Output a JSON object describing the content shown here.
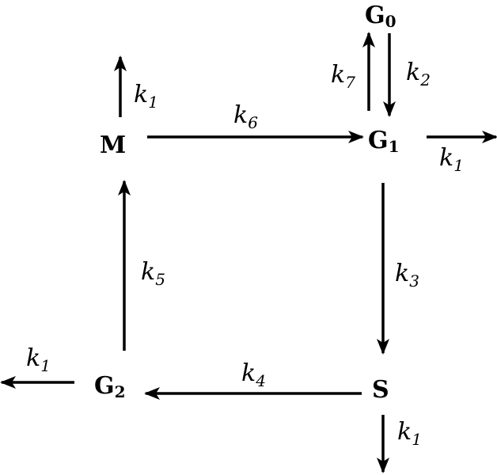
{
  "colors": {
    "ink": "#000000",
    "background": "#ffffff"
  },
  "nodes": {
    "m": {
      "label": "M",
      "sub": ""
    },
    "g0": {
      "label": "G",
      "sub": "0"
    },
    "g1": {
      "label": "G",
      "sub": "1"
    },
    "g2": {
      "label": "G",
      "sub": "2"
    },
    "s": {
      "label": "S",
      "sub": ""
    }
  },
  "edges": {
    "m_out": {
      "from": "M",
      "to": "",
      "rate": "k",
      "sub": "1"
    },
    "m_to_g1": {
      "from": "M",
      "to": "G1",
      "rate": "k",
      "sub": "6"
    },
    "g1_to_g0": {
      "from": "G1",
      "to": "G0",
      "rate": "k",
      "sub": "7"
    },
    "g0_to_g1": {
      "from": "G0",
      "to": "G1",
      "rate": "k",
      "sub": "2"
    },
    "g1_out": {
      "from": "G1",
      "to": "",
      "rate": "k",
      "sub": "1"
    },
    "g1_to_s": {
      "from": "G1",
      "to": "S",
      "rate": "k",
      "sub": "3"
    },
    "s_to_g2": {
      "from": "S",
      "to": "G2",
      "rate": "k",
      "sub": "4"
    },
    "s_out": {
      "from": "S",
      "to": "",
      "rate": "k",
      "sub": "1"
    },
    "g2_to_m": {
      "from": "G2",
      "to": "M",
      "rate": "k",
      "sub": "5"
    },
    "g2_out": {
      "from": "G2",
      "to": "",
      "rate": "k",
      "sub": "1"
    }
  }
}
